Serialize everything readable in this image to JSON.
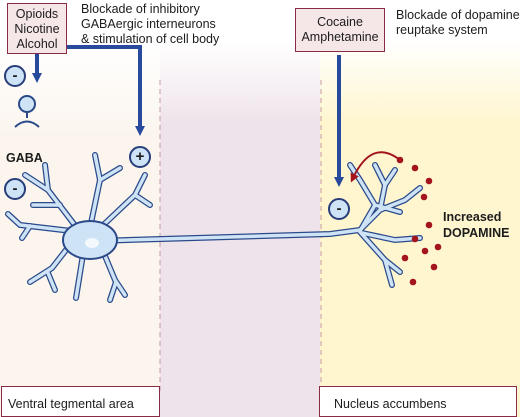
{
  "drugs_box_1": {
    "lines": [
      "Opioids",
      "Nicotine",
      "Alcohol"
    ]
  },
  "drugs_box_2": {
    "lines": [
      "Cocaine",
      "Amphetamine"
    ]
  },
  "mechanism_1": {
    "lines": [
      "Blockade of inhibitory",
      "GABAergic interneurons",
      "& stimulation of cell body"
    ]
  },
  "mechanism_2": {
    "lines": [
      "Blockade of dopamine",
      "reuptake system"
    ]
  },
  "gaba_label": "GABA",
  "signs": {
    "minus": "-",
    "plus": "+"
  },
  "increased_dopamine": {
    "lines": [
      "Increased",
      "DOPAMINE"
    ]
  },
  "regions": {
    "left": "Ventral tegmental area",
    "right": "Nucleus accumbens"
  },
  "colors": {
    "neuron_fill": "#cfe3f6",
    "neuron_outline": "#2b4a8a",
    "arrow": "#274a9c",
    "dopamine": "#a3141c",
    "box_border": "#8a2b45",
    "box_fill": "#f5e6e8",
    "synapse_tint": "#fff6cf",
    "cleft_tint": "#eee3ea"
  }
}
